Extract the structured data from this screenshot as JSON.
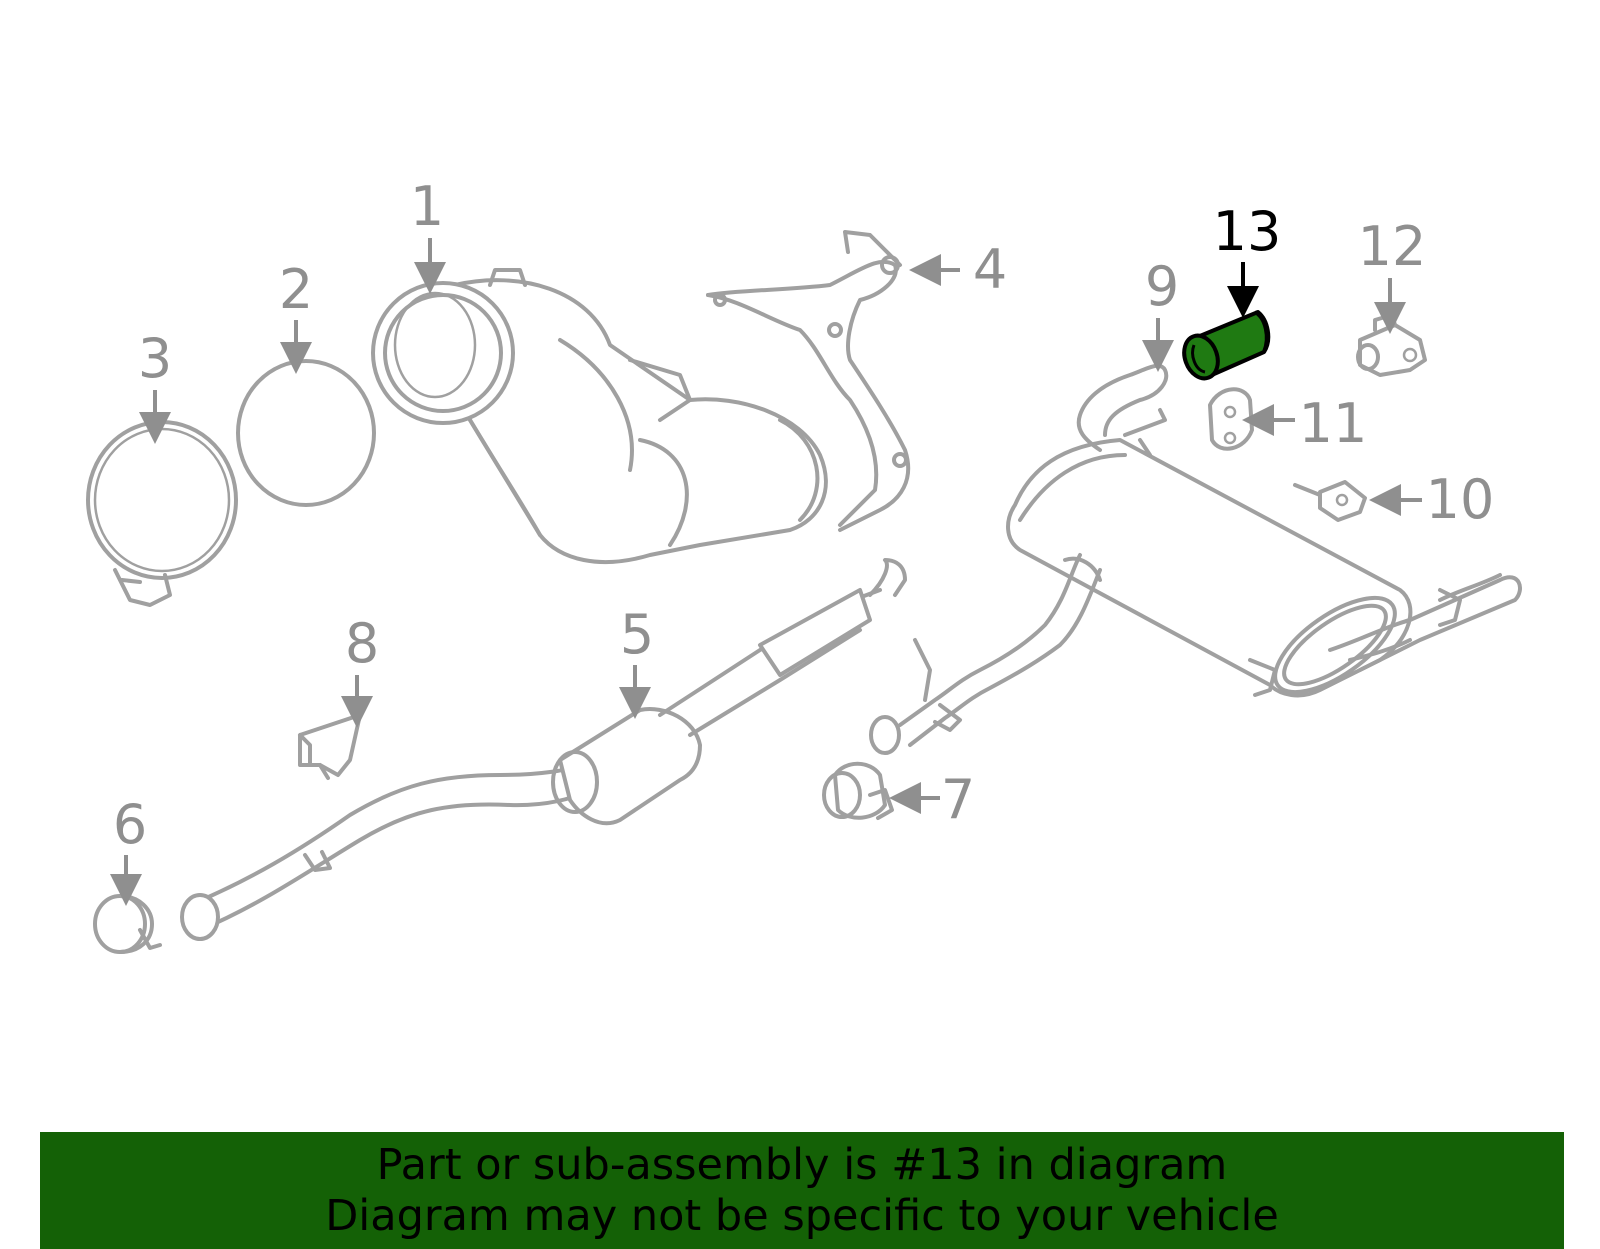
{
  "callouts": {
    "c1": "1",
    "c2": "2",
    "c3": "3",
    "c4": "4",
    "c5": "5",
    "c6": "6",
    "c7": "7",
    "c8": "8",
    "c9": "9",
    "c10": "10",
    "c11": "11",
    "c12": "12",
    "c13": "13"
  },
  "highlight": {
    "part": "13",
    "color": "#1f7a12"
  },
  "banner": {
    "line1": "Part or sub-assembly is #13 in diagram",
    "line2": "Diagram may not be specific to your vehicle",
    "background": "#146106"
  }
}
